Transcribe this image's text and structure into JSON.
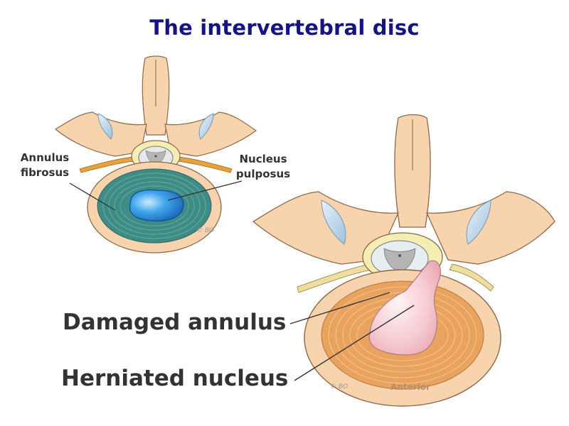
{
  "title": "The intervertebral disc",
  "labels": {
    "annulus_fibrosus": [
      "Annulus",
      "fibrosus"
    ],
    "nucleus_pulposus": [
      "Nucleus",
      "pulposus"
    ],
    "damaged_annulus": "Damaged annulus",
    "herniated_nucleus": "Herniated nucleus",
    "anterior": "Anterior",
    "credit_small": "© BO",
    "credit_large": "© BO"
  },
  "colors": {
    "title": "#141482",
    "label_text": "#333333",
    "bone": "#f7d3ae",
    "bone_outline": "#8a6a4a",
    "annulus_healthy": "#3f8c86",
    "nucleus_healthy": "#2d8fdc",
    "annulus_damaged": "#e9a35f",
    "nucleus_herniated": "#f5c2ca",
    "nerve": "#eedfa0",
    "facet_cartilage": "#bcd6e8"
  }
}
